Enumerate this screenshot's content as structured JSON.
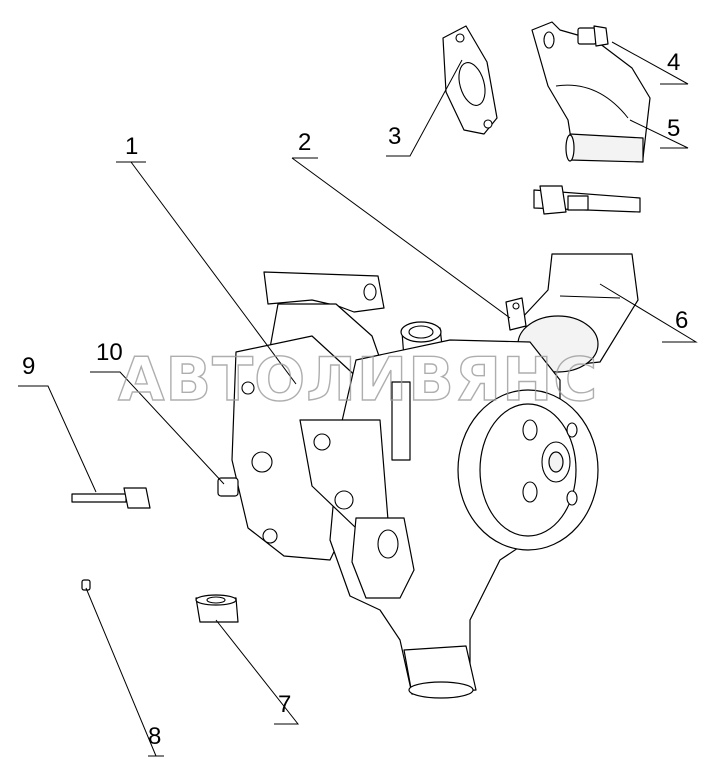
{
  "diagram": {
    "watermark": "АВТОЛИВЯНС",
    "callouts": [
      {
        "id": "1",
        "label": "1"
      },
      {
        "id": "2",
        "label": "2"
      },
      {
        "id": "3",
        "label": "3"
      },
      {
        "id": "4",
        "label": "4"
      },
      {
        "id": "5",
        "label": "5"
      },
      {
        "id": "6",
        "label": "6"
      },
      {
        "id": "7",
        "label": "7"
      },
      {
        "id": "8",
        "label": "8"
      },
      {
        "id": "9",
        "label": "9"
      },
      {
        "id": "10",
        "label": "10"
      }
    ]
  }
}
